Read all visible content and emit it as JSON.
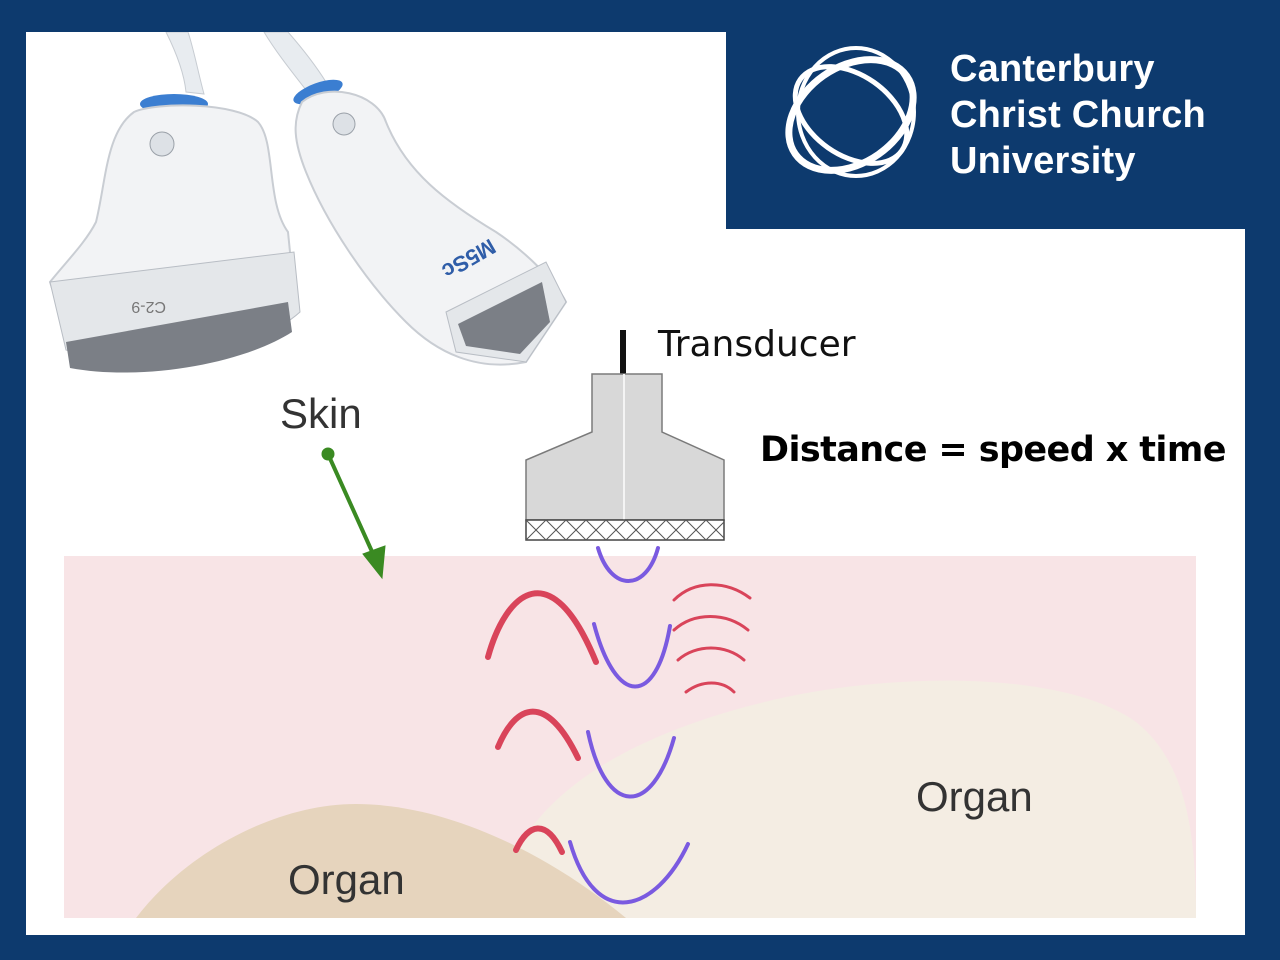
{
  "brand": {
    "lines": [
      "Canterbury",
      "Christ Church",
      "University"
    ],
    "background_color": "#0d3a6e",
    "logo_icon": "interlocking-rings-logo-icon"
  },
  "diagram": {
    "transducer_label": "Transducer",
    "skin_label": "Skin",
    "formula": "Distance = speed x time",
    "organ_right_label": "Organ",
    "organ_left_label": "Organ",
    "probe_left_model": "C2-9",
    "probe_right_model": "M5Sc",
    "colors": {
      "tissue": "#f8e4e6",
      "organ_left": "#e6d4bd",
      "organ_right": "#f4ede3",
      "transmitted_wave": "#d9445a",
      "echo_wave": "#7a5ae0",
      "arrow": "#3a8a22",
      "transducer_body": "#d8d8d8"
    }
  }
}
